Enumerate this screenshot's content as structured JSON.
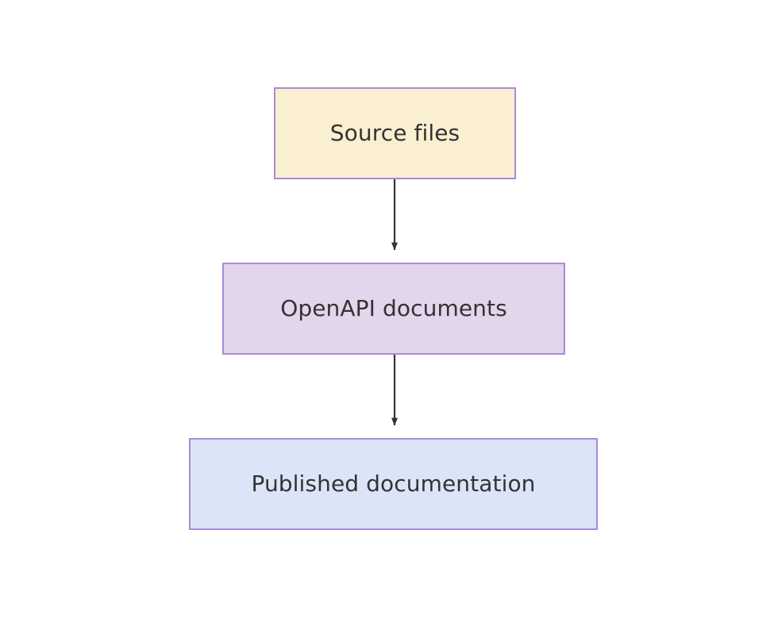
{
  "diagram": {
    "type": "flowchart",
    "direction": "top-down",
    "background_color": "#ffffff",
    "nodes": [
      {
        "id": "source-files",
        "label": "Source files",
        "fill_color": "#faefd1",
        "border_color": "#a98ad8",
        "text_color": "#333333"
      },
      {
        "id": "openapi-documents",
        "label": "OpenAPI documents",
        "fill_color": "#e2d5ec",
        "border_color": "#a98ad8",
        "text_color": "#333333"
      },
      {
        "id": "published-documentation",
        "label": "Published documentation",
        "fill_color": "#dce5f7",
        "border_color": "#a98ad8",
        "text_color": "#333333"
      }
    ],
    "edges": [
      {
        "id": "edge-source-to-openapi",
        "from": "source-files",
        "to": "openapi-documents",
        "label": "",
        "color": "#333333",
        "arrowhead": "solid-triangle"
      },
      {
        "id": "edge-openapi-to-published",
        "from": "openapi-documents",
        "to": "published-documentation",
        "label": "",
        "color": "#333333",
        "arrowhead": "solid-triangle"
      }
    ]
  }
}
